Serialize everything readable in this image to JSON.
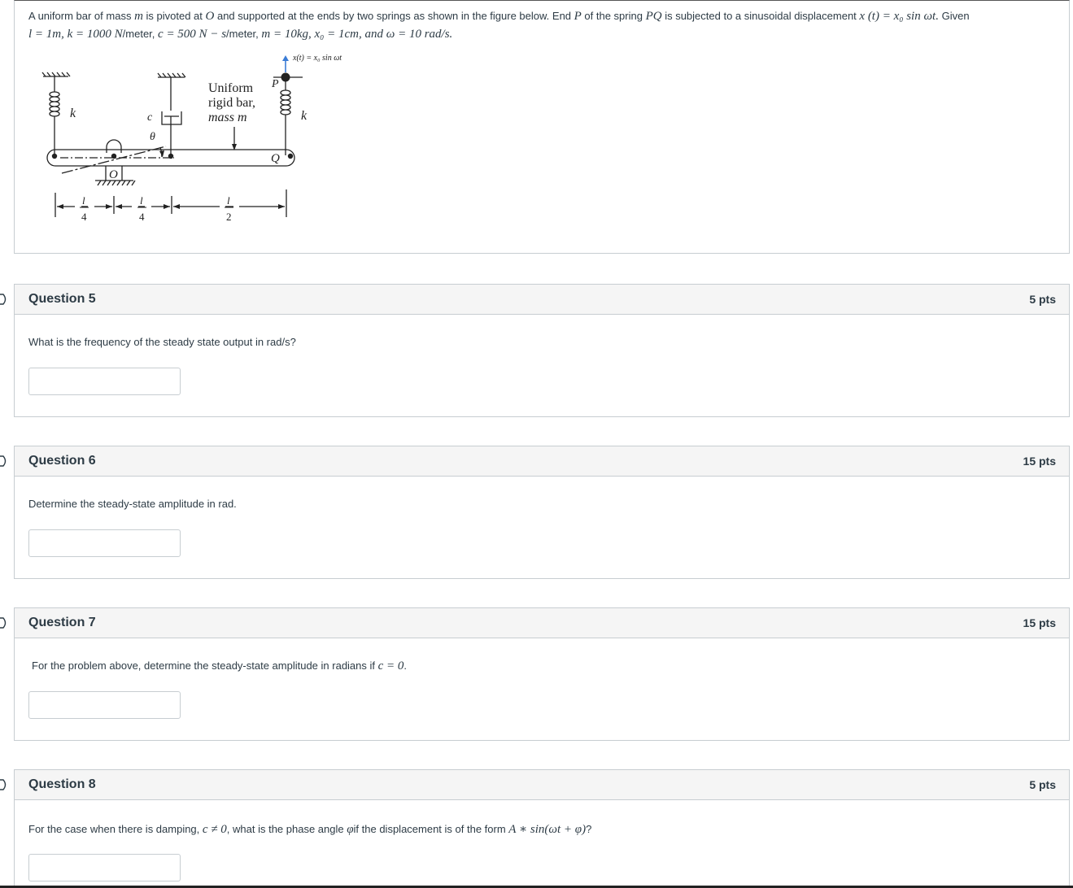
{
  "intro": {
    "t1": "A uniform bar of mass ",
    "m": "m",
    "t2": " is pivoted at ",
    "O": "O",
    "t3": " and supported at the ends by two springs as shown in the figure below.  End ",
    "P": "P",
    "t4": " of the spring ",
    "PQ": "PQ",
    "t5": " is subjected to a sinusoidal displacement ",
    "xt": "x (t) = x₀ sin ωt.",
    "t6": "   Given",
    "given_l": "l = 1m,  k = 1000 ",
    "given_kunit": " N",
    "given_kunit2": "/meter, ",
    "given_c": "c = 500 N − s",
    "given_cunit": "/meter, ",
    "given_rest": "m = 10kg,  x₀ = 1cm,  and ω = 10 rad/s."
  },
  "figure": {
    "top_label": "x(t) = x₀ sin ωt",
    "k_left": "k",
    "k_right": "k",
    "c": "c",
    "theta": "θ",
    "bar_label_1": "Uniform",
    "bar_label_2": "rigid bar,",
    "bar_label_3": "mass m",
    "P": "P",
    "Q": "Q",
    "O": "O",
    "dim1_num": "l",
    "dim1_den": "4",
    "dim2_num": "l",
    "dim2_den": "4",
    "dim3_num": "l",
    "dim3_den": "2"
  },
  "questions": [
    {
      "title": "Question 5",
      "pts": "5 pts",
      "text": "What is the frequency of the steady state output in rad/s?"
    },
    {
      "title": "Question 6",
      "pts": "15 pts",
      "text": "Determine the steady-state amplitude in rad."
    },
    {
      "title": "Question 7",
      "pts": "15 pts",
      "text_a": "For the problem above, determine the steady-state amplitude in radians if ",
      "text_math": "c = 0",
      "text_b": "."
    },
    {
      "title": "Question 8",
      "pts": "5 pts",
      "text_a": "For the case when there is damping, ",
      "text_math": "c ≠ 0",
      "text_b": ", what is the phase angle ",
      "text_phi": "φ",
      "text_c": "if the displacement is of the form ",
      "text_form": "A ∗ sin(ωt + φ)",
      "text_d": "?"
    }
  ]
}
